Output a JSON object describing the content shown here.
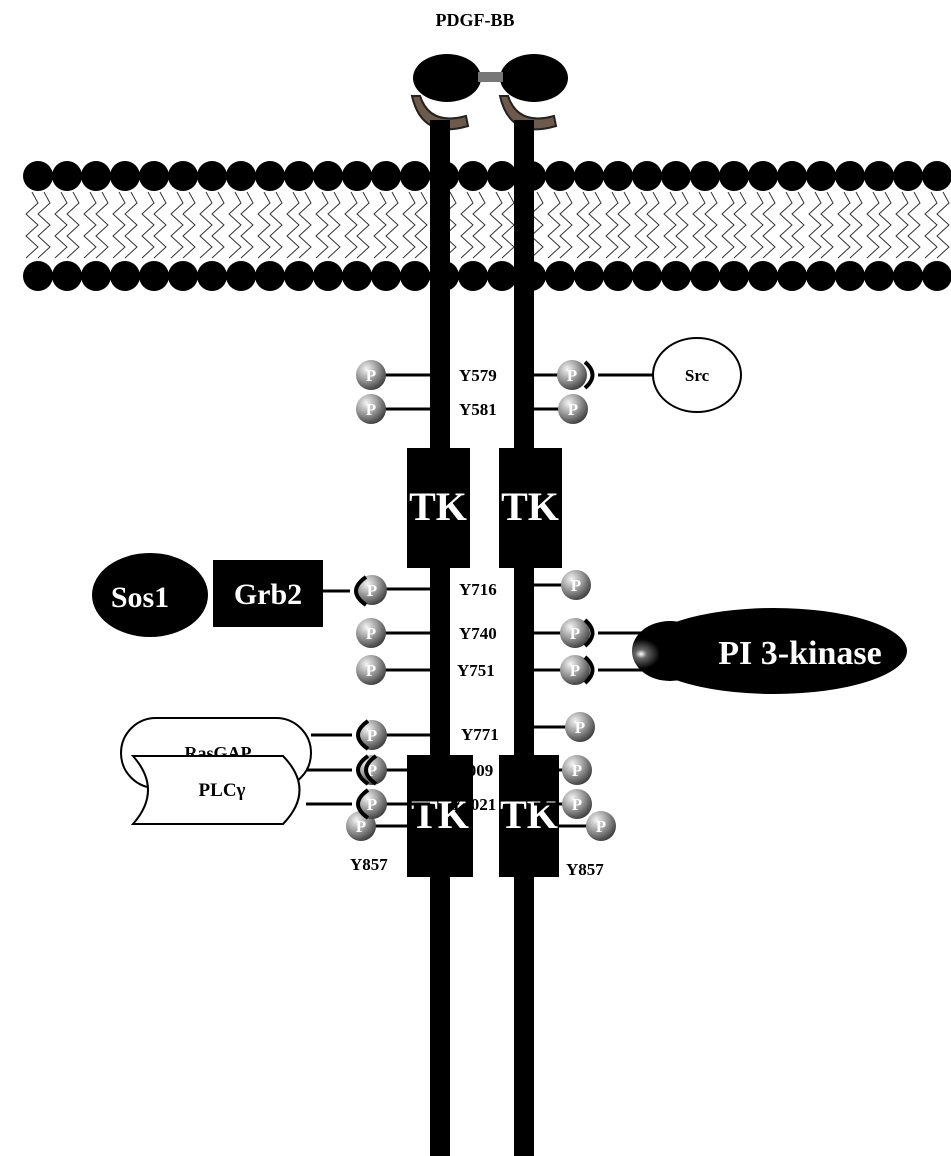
{
  "ligand": {
    "label": "PDGF-BB"
  },
  "kinase_domain_label": "TK",
  "phospho_label": "P",
  "sites": {
    "y579": "Y579",
    "y581": "Y581",
    "y716": "Y716",
    "y740": "Y740",
    "y751": "Y751",
    "y771": "Y771",
    "y857": "Y857",
    "y1009": "Y1009",
    "y1021": "Y1021"
  },
  "proteins": {
    "src": "Src",
    "sos1": "Sos1",
    "grb2": "Grb2",
    "pi3k": "PI 3-kinase",
    "rasgap": "RasGAP",
    "plcg": "PLCγ"
  },
  "colors": {
    "receptor": "#000000",
    "phospho_sphere": "#8a8a8a",
    "background": "#ffffff"
  }
}
